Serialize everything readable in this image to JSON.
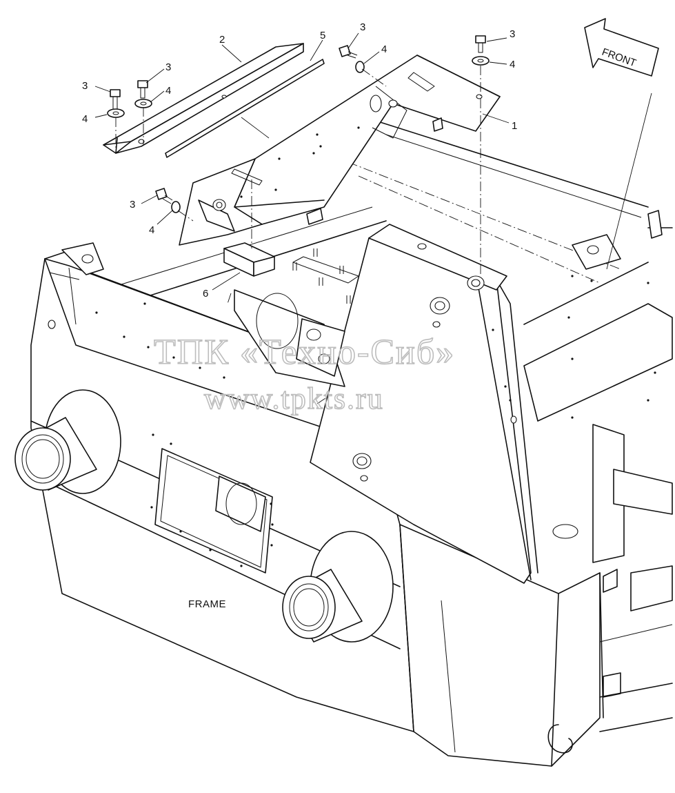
{
  "labels": {
    "part_1": "1",
    "part_2": "2",
    "part_3": "3",
    "part_4": "4",
    "part_5": "5",
    "part_6": "6",
    "frame": "FRAME",
    "front": "FRONT"
  },
  "watermark": {
    "line1": "ТПК «Техно-Сиб»",
    "line2": "www.tpkts.ru"
  }
}
